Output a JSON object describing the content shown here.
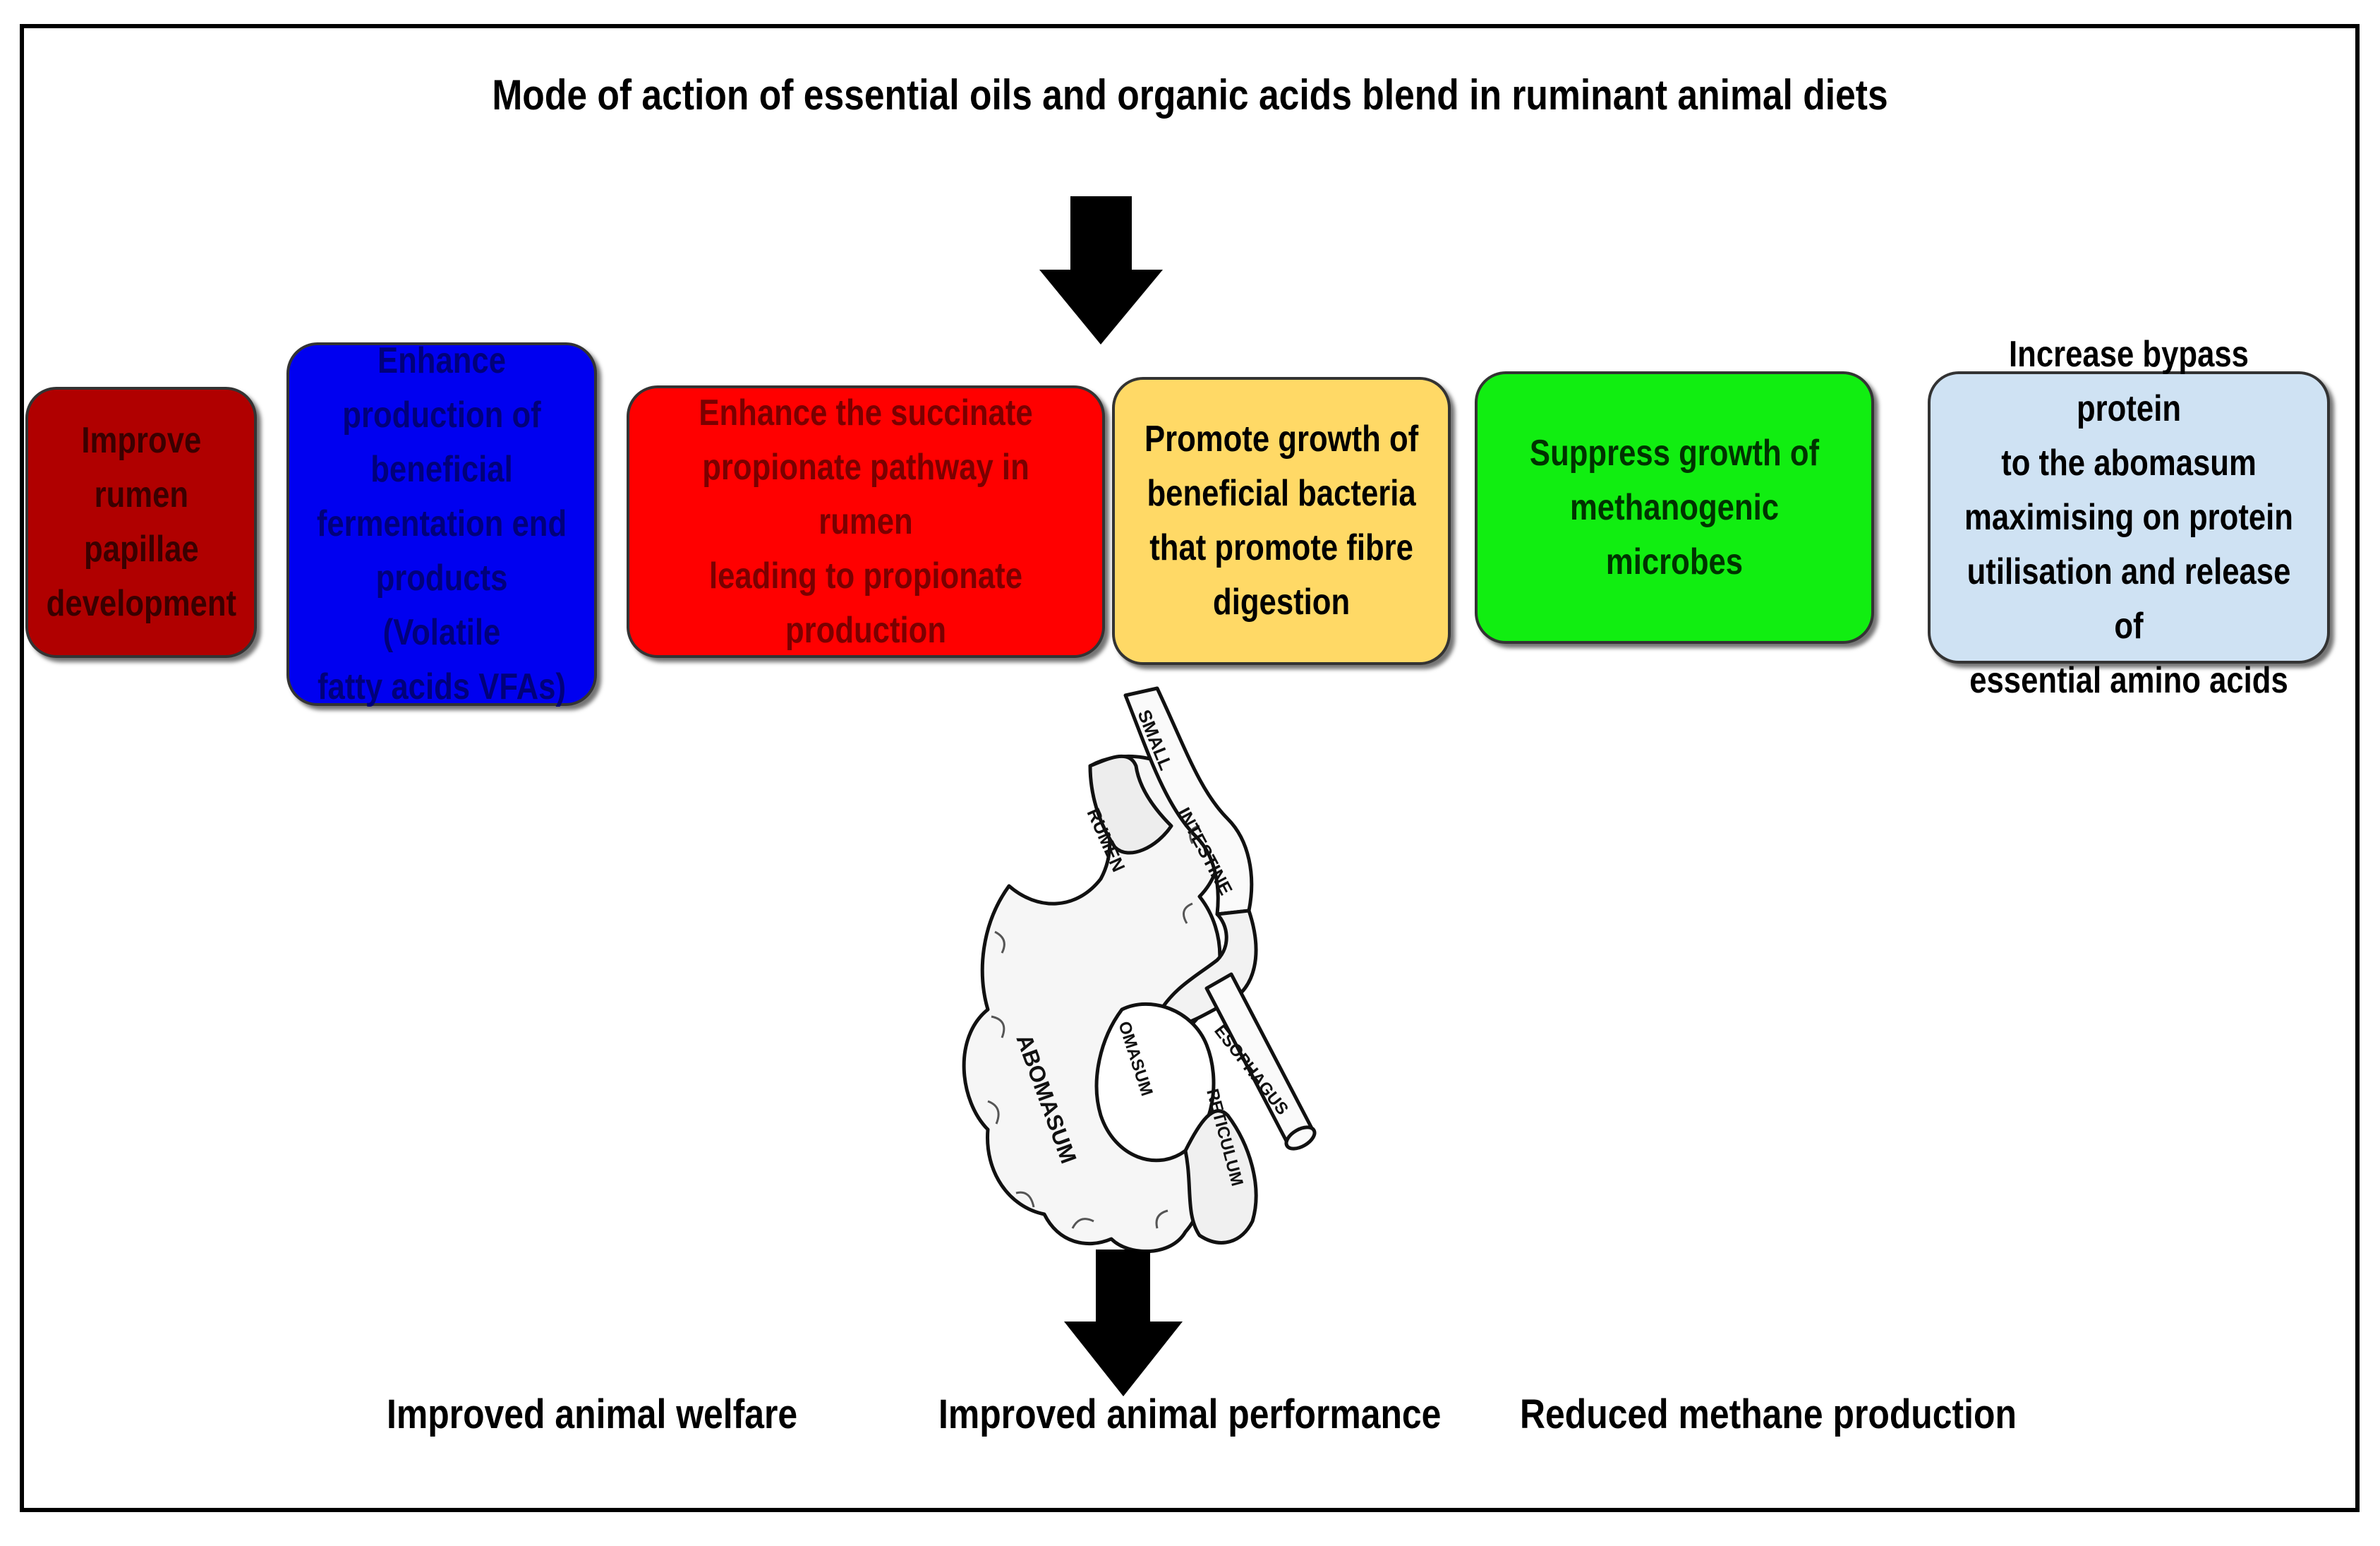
{
  "title": "Mode of action of  essential oils and organic acids blend in ruminant  animal diets",
  "boxes": [
    {
      "text": "Improve\nrumen\npapillae\ndevelopment",
      "color": "#b00000",
      "text_color": "#3a0000"
    },
    {
      "text": "Enhance\nproduction of\nbeneficial\nfermentation end\nproducts (Volatile\nfatty acids VFAs)",
      "color": "#0000f0",
      "text_color": "#00007a"
    },
    {
      "text": "Enhance the succinate\npropionate pathway in rumen\nleading to propionate\nproduction",
      "color": "#ff0000",
      "text_color": "#7a0000"
    },
    {
      "text": "Promote growth of\nbeneficial bacteria\nthat promote fibre\ndigestion",
      "color": "#ffd966",
      "text_color": "#000000"
    },
    {
      "text": "Suppress growth of\nmethanogenic microbes",
      "color": "#11ee11",
      "text_color": "#003300"
    },
    {
      "text": "Increase bypass protein\nto the abomasum\nmaximising on protein\nutilisation and release of\nessential amino acids",
      "color": "#cfe2f3",
      "text_color": "#000000"
    }
  ],
  "stomach_labels": [
    "SMALL",
    "INTESTINE",
    "RUMEN",
    "ABOMASUM",
    "OMASUM",
    "ESOPHAGUS",
    "RETICULUM"
  ],
  "outcomes": [
    "Improved animal  welfare",
    "Improved animal performance",
    "Reduced methane production"
  ]
}
